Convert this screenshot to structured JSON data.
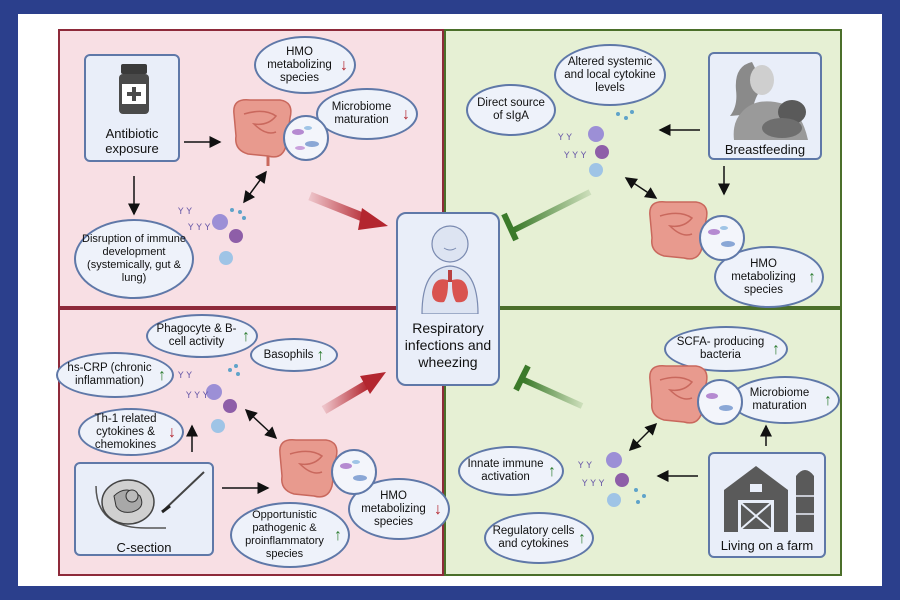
{
  "quadrants": {
    "antibiotic": {
      "source_label": "Antibiotic exposure",
      "hmo": {
        "text": "HMO metabolizing species",
        "dir": "↓"
      },
      "microbiome": {
        "text": "Microbiome maturation",
        "dir": "↓"
      },
      "immune": {
        "text": "Disruption of immune development (systemically, gut & lung)"
      }
    },
    "csection": {
      "source_label": "C-section",
      "phagocyte": {
        "text": "Phagocyte & B- cell activity",
        "dir": "↑"
      },
      "basophils": {
        "text": "Basophils",
        "dir": "↑"
      },
      "hscrp": {
        "text": "hs-CRP (chronic inflammation)",
        "dir": "↑"
      },
      "th1": {
        "text": "Th-1 related cytokines & chemokines",
        "dir": "↓"
      },
      "opportunistic": {
        "text": "Opportunistic pathogenic & proinflammatory species",
        "dir": "↑"
      },
      "hmo": {
        "text": "HMO metabolizing species",
        "dir": "↓"
      }
    },
    "breastfeeding": {
      "source_label": "Breastfeeding",
      "siga": {
        "text": "Direct source of sIgA"
      },
      "cytokine": {
        "text": "Altered systemic and local cytokine levels"
      },
      "hmo": {
        "text": "HMO metabolizing species",
        "dir": "↑"
      }
    },
    "farm": {
      "source_label": "Living on a farm",
      "scfa": {
        "text": "SCFA- producing bacteria",
        "dir": "↑"
      },
      "microbiome": {
        "text": "Microbiome maturation",
        "dir": "↑"
      },
      "innate": {
        "text": "Innate immune activation",
        "dir": "↑"
      },
      "regulatory": {
        "text": "Regulatory cells and cytokines",
        "dir": "↑"
      }
    }
  },
  "center": {
    "label": "Respiratory infections and wheezing"
  },
  "colors": {
    "up": "#2e7d32",
    "down": "#b3262f",
    "bubble_border": "#5f78a8",
    "red_panel": "#f8dfe4",
    "green_panel": "#e6f0d4",
    "frame": "#2b3f8c"
  },
  "icons": [
    "medicine-bottle-icon",
    "baby-lungs-icon",
    "gut-icon",
    "microbiome-icon",
    "immune-cells-icon",
    "breastfeeding-icon",
    "barn-icon",
    "c-section-icon",
    "inhibit-arrow-icon",
    "promote-arrow-icon"
  ]
}
